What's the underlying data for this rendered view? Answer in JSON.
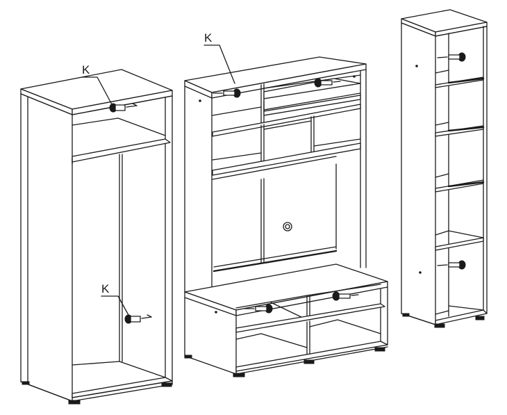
{
  "callouts": {
    "left_top": "K",
    "left_bottom": "K",
    "middle_top": "K"
  },
  "icons": [
    "screw-icon",
    "dowel-icon"
  ],
  "colors": {
    "line": "#1a1a1a",
    "background": "#ffffff"
  }
}
